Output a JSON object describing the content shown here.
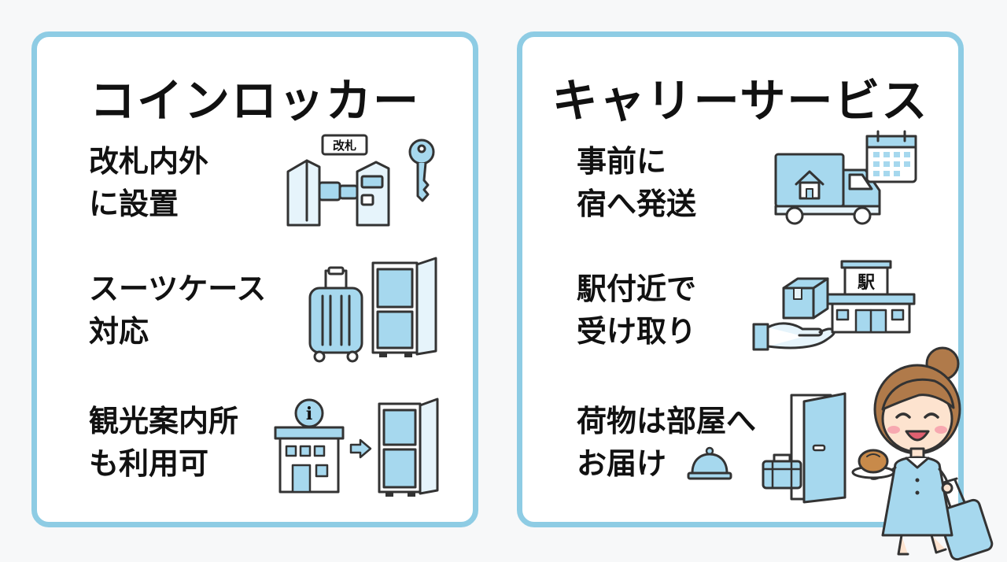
{
  "colors": {
    "border": "#8ecce4",
    "fill": "#a6d8ee",
    "fill_light": "#e6f4fb",
    "outline": "#333333"
  },
  "left_panel": {
    "title": "コインロッカー",
    "rows": [
      {
        "line1": "改札内外",
        "line2": "に設置",
        "icons": [
          "ticket-gate-icon",
          "key-icon"
        ],
        "gate_sign": "改札"
      },
      {
        "line1": "スーツケース",
        "line2": "対応",
        "icons": [
          "suitcase-icon",
          "locker-icon"
        ]
      },
      {
        "line1": "観光案内所",
        "line2": "も利用可",
        "icons": [
          "info-center-icon",
          "arrow-right-icon",
          "locker-icon"
        ],
        "info_symbol": "i"
      }
    ]
  },
  "right_panel": {
    "title": "キャリーサービス",
    "rows": [
      {
        "line1": "事前に",
        "line2": "宿へ発送",
        "icons": [
          "delivery-truck-icon",
          "calendar-icon"
        ]
      },
      {
        "line1": "駅付近で",
        "line2": "受け取り",
        "icons": [
          "hand-package-icon",
          "station-icon"
        ],
        "station_sign": "駅"
      },
      {
        "line1": "荷物は部屋へ",
        "line2": "お届け",
        "icons": [
          "service-bell-icon",
          "door-icon",
          "luggage-icon"
        ]
      }
    ]
  },
  "decorations": [
    "girl-character-icon"
  ]
}
